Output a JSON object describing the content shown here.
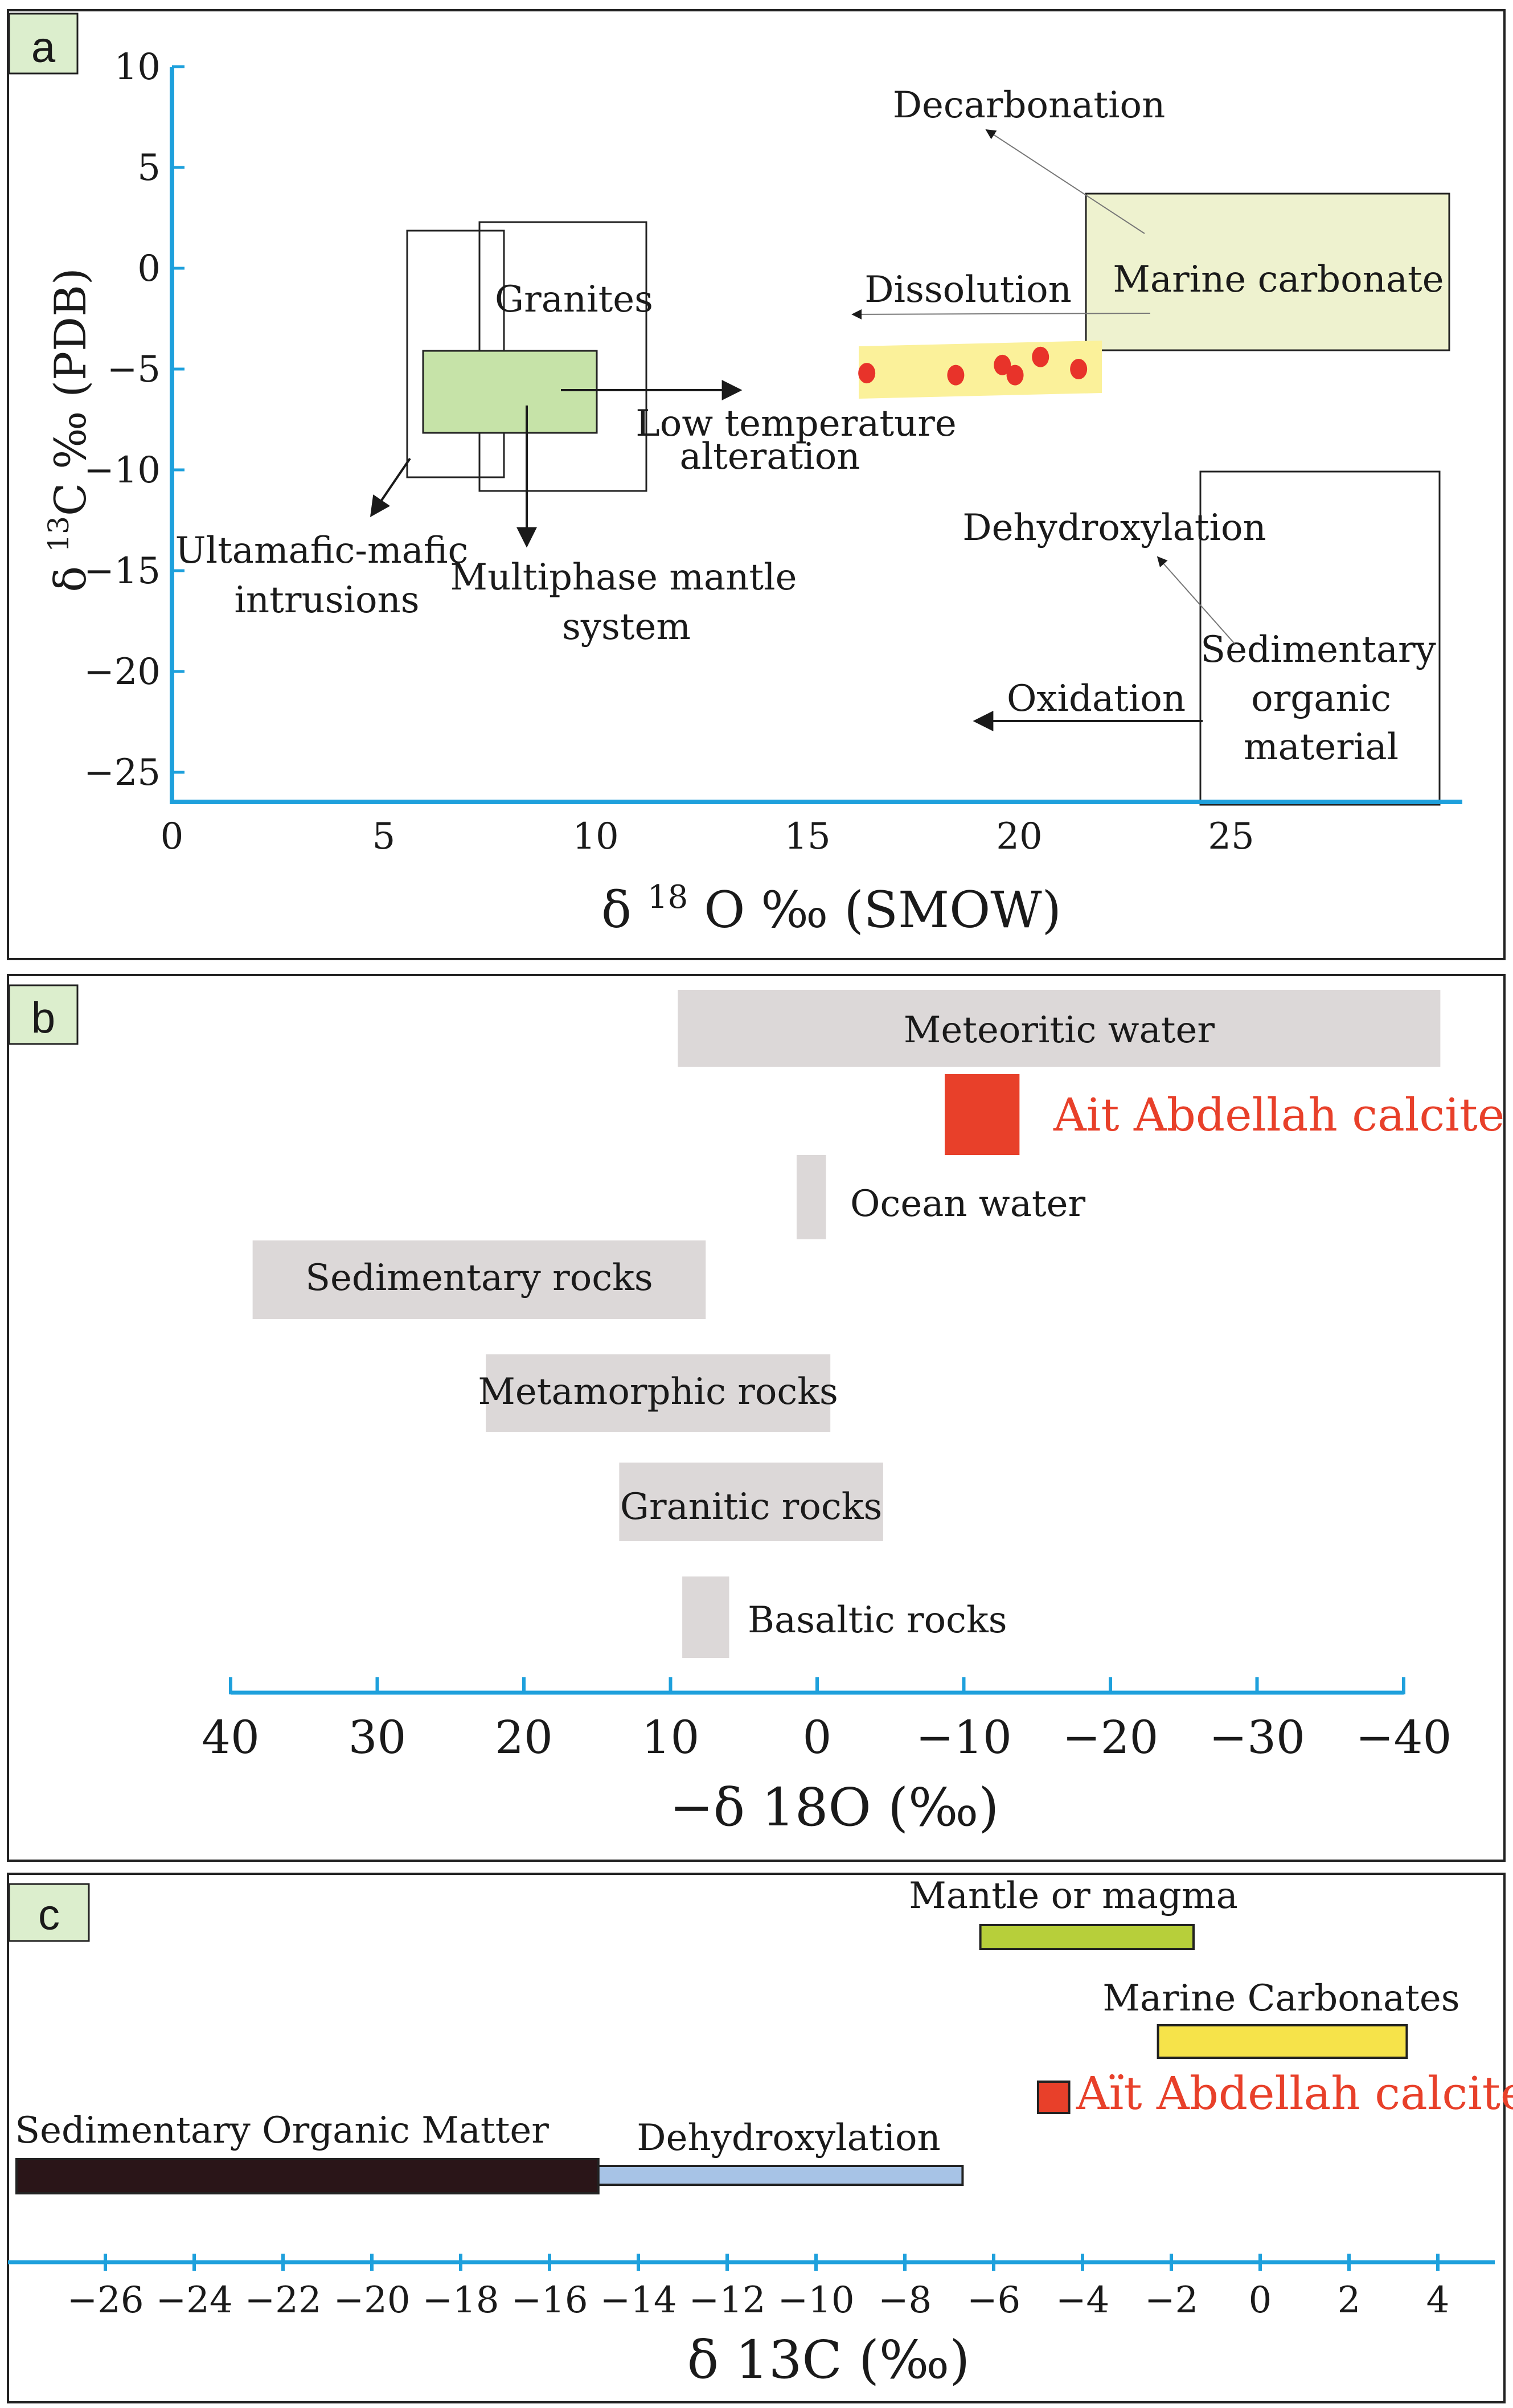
{
  "colors": {
    "axis": "#1ea0dc",
    "frame": "#222222",
    "panel_tag_bg": "#dceecd",
    "highlight_text": "#e8402a",
    "range_bar": "#dcd8d8",
    "mantle_bar": "#b7cf3a",
    "marine_bar": "#f6e34a",
    "organic_bar": "#2a1518",
    "dehydroxylation_bar": "#a7c3e6",
    "green_box": "#c6e3a8",
    "marine_box": "#eef2cf",
    "sample_band": "#fbf19a",
    "sample_point": "#e8332a",
    "calcite_marker": "#e8402a"
  },
  "chart_data": [
    {
      "id": "a",
      "type": "scatter",
      "panel_label": "a",
      "xlabel": "δ 18 O ‰ (SMOW)",
      "xlabel_parts": {
        "prefix": "δ",
        "sup": "18",
        "suffix": "O ‰ (SMOW)"
      },
      "ylabel": "δ 13C ‰ (PDB)",
      "ylabel_parts": {
        "prefix": "δ",
        "sup": "13",
        "suffix": "C ‰ (PDB)"
      },
      "xlim": [
        0,
        29.5
      ],
      "ylim": [
        -26.5,
        10
      ],
      "x_ticks": [
        0,
        5,
        10,
        15,
        20,
        25
      ],
      "x_tick_labels": [
        "0",
        "5",
        "10",
        "15",
        "20",
        "25"
      ],
      "y_ticks": [
        10,
        5,
        0,
        -5,
        -10,
        -15,
        -20,
        -25
      ],
      "y_tick_labels": [
        "10",
        "5",
        "0",
        "−5",
        "−10",
        "−15",
        "−20",
        "−25"
      ],
      "points": [
        {
          "x": 16.4,
          "y": -5.2
        },
        {
          "x": 18.5,
          "y": -5.3
        },
        {
          "x": 19.6,
          "y": -4.8
        },
        {
          "x": 19.9,
          "y": -5.3
        },
        {
          "x": 20.5,
          "y": -4.4
        },
        {
          "x": 21.4,
          "y": -5.0
        }
      ],
      "regions": [
        {
          "name": "Ultamafic-mafic intrusions",
          "x": [
            5.5,
            7.8
          ],
          "y": [
            -10,
            2
          ]
        },
        {
          "name": "Granites",
          "x": [
            7.2,
            11.1
          ],
          "y": [
            -11,
            2.3
          ]
        },
        {
          "name": "Multiphase mantle system",
          "x": [
            5.8,
            9.9
          ],
          "y": [
            -8,
            -4
          ]
        },
        {
          "name": "Marine carbonate",
          "x": [
            21.2,
            29.7
          ],
          "y": [
            -4,
            3.6
          ]
        },
        {
          "name": "Sedimentary organic material",
          "x": [
            23.9,
            29.5
          ],
          "y": [
            -26.5,
            -10
          ]
        }
      ],
      "annotations": {
        "granites": "Granites",
        "ultramafic_1": "Ultamafic-mafic",
        "ultramafic_2": "intrusions",
        "mantle_1": "Multiphase mantle",
        "mantle_2": "system",
        "low_temp_1": "Low temperature",
        "low_temp_2": "alteration",
        "decarbonation": "Decarbonation",
        "dissolution": "Dissolution",
        "marine_carbonate": "Marine carbonate",
        "dehydroxylation": "Dehydroxylation",
        "oxidation": "Oxidation",
        "sed_org_1": "Sedimentary",
        "sed_org_2": "organic",
        "sed_org_3": "material"
      }
    },
    {
      "id": "b",
      "type": "bar",
      "panel_label": "b",
      "xlabel": "−δ 18O (‰)",
      "xlim": [
        40,
        -40
      ],
      "x_ticks": [
        40,
        30,
        20,
        10,
        0,
        -10,
        -20,
        -30,
        -40
      ],
      "x_tick_labels": [
        "40",
        "30",
        "20",
        "10",
        "0",
        "−10",
        "−20",
        "−30",
        "−40"
      ],
      "ranges": [
        {
          "label": "Meteoritic water",
          "x": [
            9.5,
            -42.5
          ],
          "highlight": false
        },
        {
          "label": "Ait Abdellah calcite",
          "x": [
            -8.7,
            -13.8
          ],
          "highlight": true
        },
        {
          "label": "Ocean water",
          "x": [
            1.4,
            -0.6
          ],
          "highlight": false
        },
        {
          "label": "Sedimentary rocks",
          "x": [
            38.5,
            7.6
          ],
          "highlight": false
        },
        {
          "label": "Metamorphic rocks",
          "x": [
            22.6,
            -0.9
          ],
          "highlight": false
        },
        {
          "label": "Granitic rocks",
          "x": [
            13.5,
            -4.5
          ],
          "highlight": false
        },
        {
          "label": "Basaltic rocks",
          "x": [
            9.2,
            6.0
          ],
          "highlight": false
        }
      ]
    },
    {
      "id": "c",
      "type": "bar",
      "panel_label": "c",
      "xlabel": "δ 13C (‰)",
      "xlim": [
        -28,
        5
      ],
      "x_ticks": [
        -26,
        -24,
        -22,
        -20,
        -18,
        -16,
        -14,
        -12,
        -10,
        -8,
        -6,
        -4,
        -2,
        0,
        2,
        4
      ],
      "x_tick_labels": [
        "−26",
        "−24",
        "−22",
        "−20",
        "−18",
        "−16",
        "−14",
        "−12",
        "−10",
        "−8",
        "−6",
        "−4",
        "−2",
        "0",
        "2",
        "4"
      ],
      "ranges": [
        {
          "label": "Mantle or magma",
          "x": [
            -6.3,
            -1.5
          ],
          "highlight": false
        },
        {
          "label": "Marine Carbonates",
          "x": [
            -2.3,
            3.3
          ],
          "highlight": false
        },
        {
          "label": "Aït Abdellah calcite",
          "x": [
            -5.0,
            -4.3
          ],
          "highlight": true
        },
        {
          "label": "Sedimentary Organic Matter",
          "x": [
            -28.0,
            -14.9
          ],
          "highlight": false
        },
        {
          "label": "Dehydroxylation",
          "x": [
            -14.9,
            -6.7
          ],
          "highlight": false
        }
      ]
    }
  ]
}
